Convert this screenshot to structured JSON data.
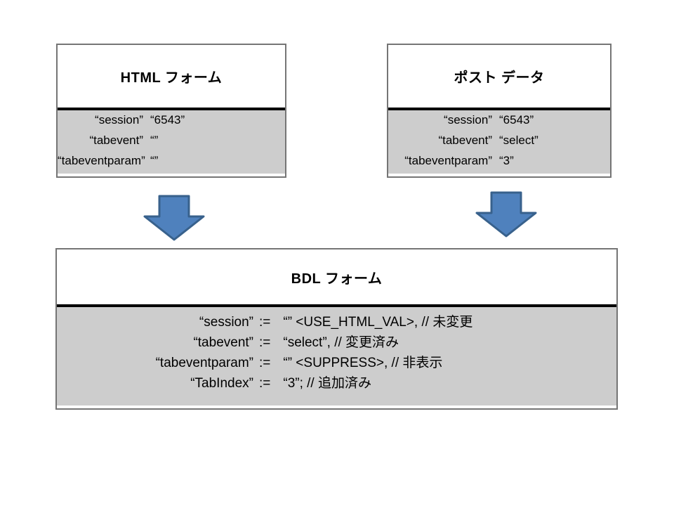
{
  "colors": {
    "box_border": "#757575",
    "box_body_bg": "#cdcdcd",
    "divider": "#000000",
    "arrow_fill": "#4f81bd",
    "arrow_stroke": "#38618c",
    "text": "#000000",
    "background": "#ffffff"
  },
  "icons": {
    "flow_arrow": "down-arrow"
  },
  "boxes": {
    "html_form": {
      "title": "HTML フォーム",
      "rows": [
        {
          "name": "“session”",
          "value": "“6543”"
        },
        {
          "name": "“tabevent”",
          "value": "“”"
        },
        {
          "name": "“tabeventparam”",
          "value": "“”"
        }
      ]
    },
    "post_data": {
      "title": "ポスト データ",
      "rows": [
        {
          "name": "“session”",
          "value": "“6543”"
        },
        {
          "name": "“tabevent”",
          "value": "“select”"
        },
        {
          "name": "“tabeventparam”",
          "value": "“3”"
        }
      ]
    },
    "bdl_form": {
      "title": "BDL フォーム",
      "rows": [
        {
          "name": "“session”",
          "op": ":=",
          "value": "“” <USE_HTML_VAL>, // 未変更"
        },
        {
          "name": "“tabevent”",
          "op": ":=",
          "value": "“select”, // 変更済み"
        },
        {
          "name": "“tabeventparam”",
          "op": ":=",
          "value": "“” <SUPPRESS>, // 非表示"
        },
        {
          "name": "“TabIndex”",
          "op": ":=",
          "value": "“3”; // 追加済み"
        }
      ]
    }
  }
}
